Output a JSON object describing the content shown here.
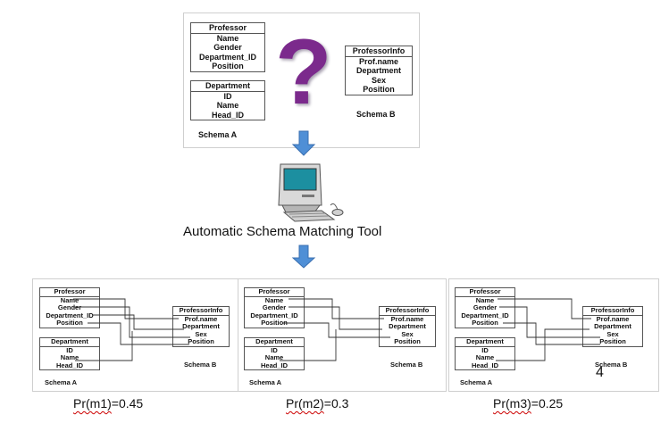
{
  "top": {
    "schema_a": {
      "professor": {
        "title": "Professor",
        "fields": [
          "Name",
          "Gender",
          "Department_ID",
          "Position"
        ]
      },
      "department": {
        "title": "Department",
        "fields": [
          "ID",
          "Name",
          "Head_ID"
        ]
      },
      "caption": "Schema A"
    },
    "schema_b": {
      "professor_info": {
        "title": "ProfessorInfo",
        "fields": [
          "Prof.name",
          "Department",
          "Sex",
          "Position"
        ]
      },
      "caption": "Schema B"
    },
    "question_mark": "?"
  },
  "tool_label": "Automatic Schema Matching Tool",
  "mappings": [
    {
      "a": {
        "professor": {
          "title": "Professor",
          "fields": [
            "Name",
            "Gender",
            "Department_ID",
            "Position"
          ]
        },
        "department": {
          "title": "Department",
          "fields": [
            "ID",
            "Name",
            "Head_ID"
          ]
        },
        "caption": "Schema A"
      },
      "b": {
        "professor_info": {
          "title": "ProfessorInfo",
          "fields": [
            "Prof.name",
            "Department",
            "Sex",
            "Position"
          ]
        },
        "caption": "Schema B"
      },
      "prob_label": "Pr(m1)",
      "prob_value": "=0.45"
    },
    {
      "a": {
        "professor": {
          "title": "Professor",
          "fields": [
            "Name",
            "Gender",
            "Department_ID",
            "Position"
          ]
        },
        "department": {
          "title": "Department",
          "fields": [
            "ID",
            "Name",
            "Head_ID"
          ]
        },
        "caption": "Schema A"
      },
      "b": {
        "professor_info": {
          "title": "ProfessorInfo",
          "fields": [
            "Prof.name",
            "Department",
            "Sex",
            "Position"
          ]
        },
        "caption": "Schema B"
      },
      "prob_label": "Pr(m2)",
      "prob_value": "=0.3"
    },
    {
      "a": {
        "professor": {
          "title": "Professor",
          "fields": [
            "Name",
            "Gender",
            "Department_ID",
            "Position"
          ]
        },
        "department": {
          "title": "Department",
          "fields": [
            "ID",
            "Name",
            "Head_ID"
          ]
        },
        "caption": "Schema A"
      },
      "b": {
        "professor_info": {
          "title": "ProfessorInfo",
          "fields": [
            "Prof.name",
            "Department",
            "Sex",
            "Position"
          ]
        },
        "caption": "Schema B"
      },
      "prob_label": "Pr(m3)",
      "prob_value": "=0.25"
    }
  ],
  "page_number": "4",
  "colors": {
    "question_mark": "#7b2a8c",
    "arrow": "#4f8fd6",
    "line": "#333333"
  }
}
